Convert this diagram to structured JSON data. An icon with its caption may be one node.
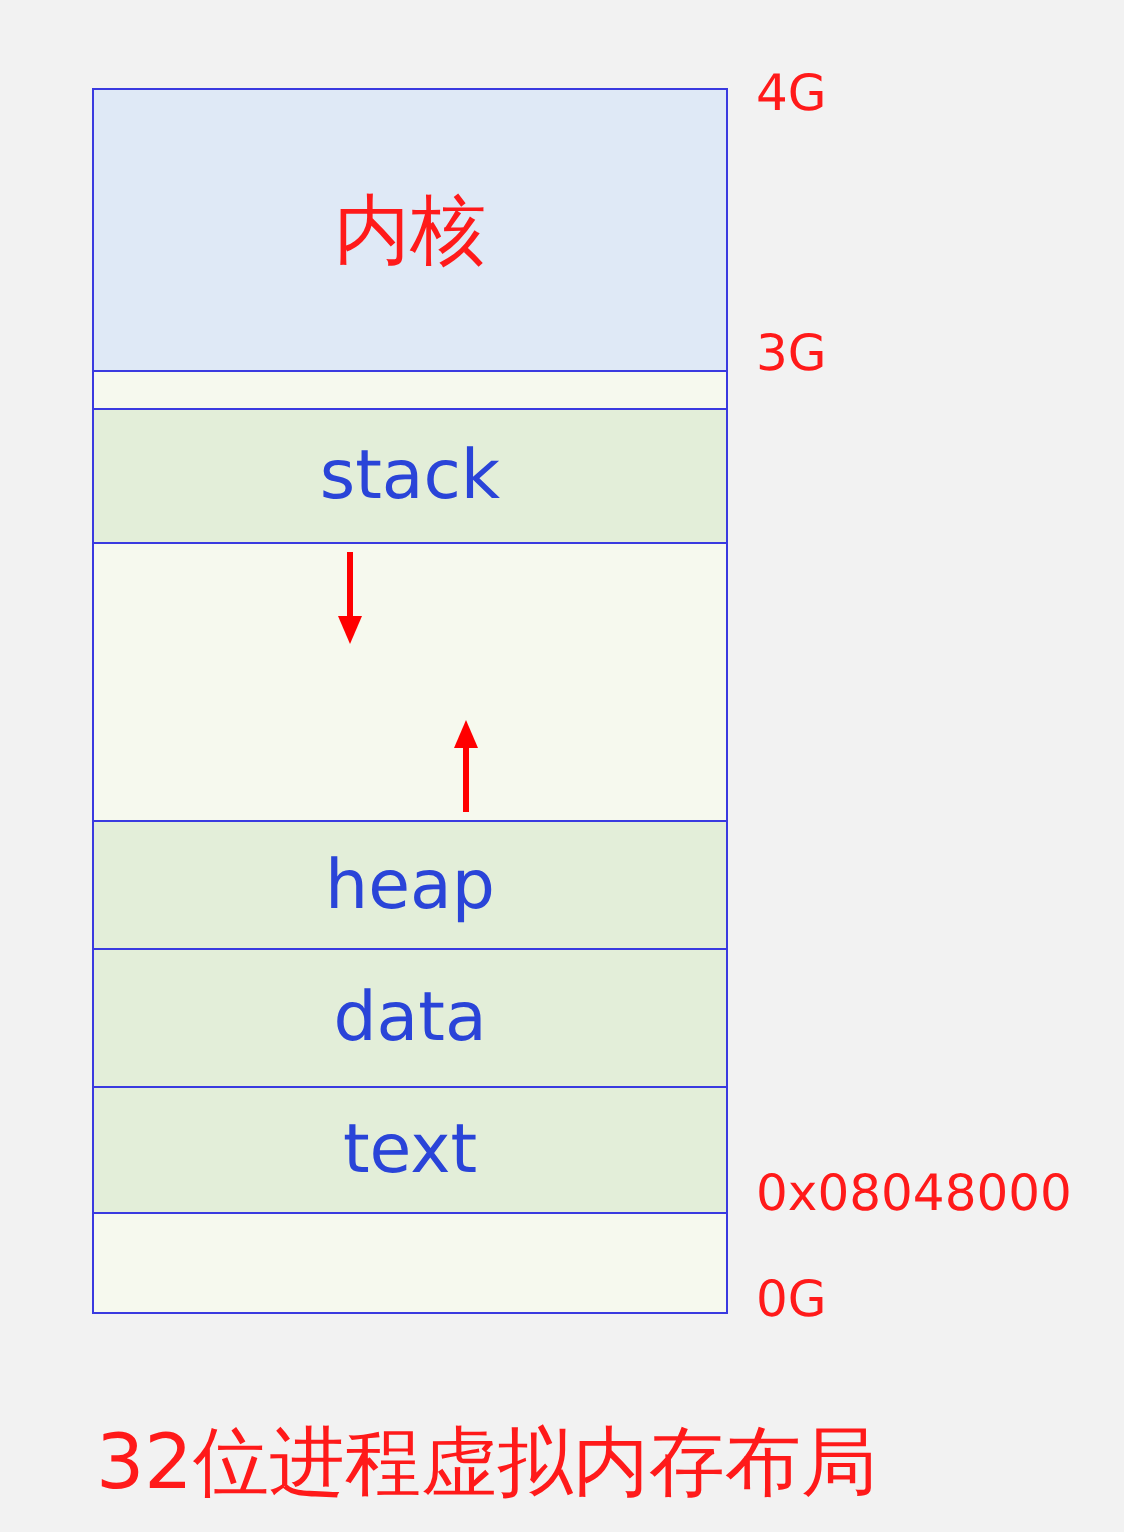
{
  "diagram": {
    "caption": "32位进程虚拟内存布局",
    "nodes": [
      {
        "text": [
          "内核"
        ]
      },
      {
        "text": [],
        "shape": "box"
      },
      {
        "text": [
          "stack"
        ]
      },
      {
        "text": [],
        "shape": "box"
      },
      {
        "text": [
          "heap"
        ]
      },
      {
        "text": [
          "data"
        ]
      },
      {
        "text": [
          "text"
        ]
      },
      {
        "text": [],
        "shape": "box"
      }
    ],
    "labels": [
      "4G",
      "3G",
      "0x08048000",
      "0G"
    ]
  }
}
